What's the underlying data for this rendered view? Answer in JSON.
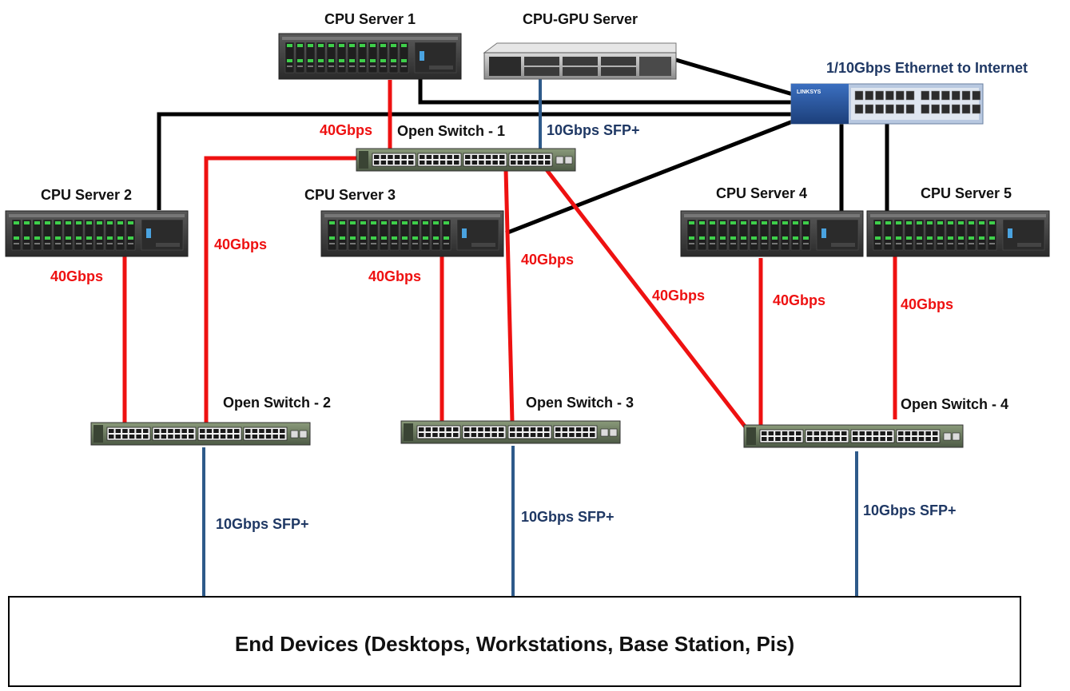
{
  "colors": {
    "link_40g": "#ee1111",
    "link_10g": "#2e5a8a",
    "link_eth": "#000000",
    "label_40g": "#ee1111",
    "label_10g": "#1f3864",
    "label_device": "#111111",
    "label_internet": "#1f3864"
  },
  "devices": {
    "cpu_server_1": {
      "label": "CPU Server 1",
      "icon": "server-icon"
    },
    "cpu_gpu_server": {
      "label": "CPU-GPU Server",
      "icon": "blade-server-icon"
    },
    "cpu_server_2": {
      "label": "CPU Server 2",
      "icon": "server-icon"
    },
    "cpu_server_3": {
      "label": "CPU Server 3",
      "icon": "server-icon"
    },
    "cpu_server_4": {
      "label": "CPU Server 4",
      "icon": "server-icon"
    },
    "cpu_server_5": {
      "label": "CPU Server 5",
      "icon": "server-icon"
    },
    "internet_switch": {
      "label": "1/10Gbps Ethernet to Internet",
      "icon": "ethernet-switch-icon",
      "brand": "LINKSYS"
    },
    "open_switch_1": {
      "label": "Open Switch - 1",
      "icon": "network-switch-icon"
    },
    "open_switch_2": {
      "label": "Open Switch - 2",
      "icon": "network-switch-icon"
    },
    "open_switch_3": {
      "label": "Open Switch - 3",
      "icon": "network-switch-icon"
    },
    "open_switch_4": {
      "label": "Open Switch - 4",
      "icon": "network-switch-icon"
    }
  },
  "link_labels": {
    "s1_sw1": "40Gbps",
    "gpu_sw1": "10Gbps SFP+",
    "sw1_sw2": "40Gbps",
    "s2_sw2": "40Gbps",
    "s3_sw3": "40Gbps",
    "sw1_sw3": "40Gbps",
    "sw1_sw4": "40Gbps",
    "s4_sw4": "40Gbps",
    "s5_sw4": "40Gbps",
    "sw2_end": "10Gbps SFP+",
    "sw3_end": "10Gbps SFP+",
    "sw4_end": "10Gbps SFP+"
  },
  "end_devices": {
    "label": "End Devices (Desktops, Workstations, Base Station, Pis)"
  }
}
